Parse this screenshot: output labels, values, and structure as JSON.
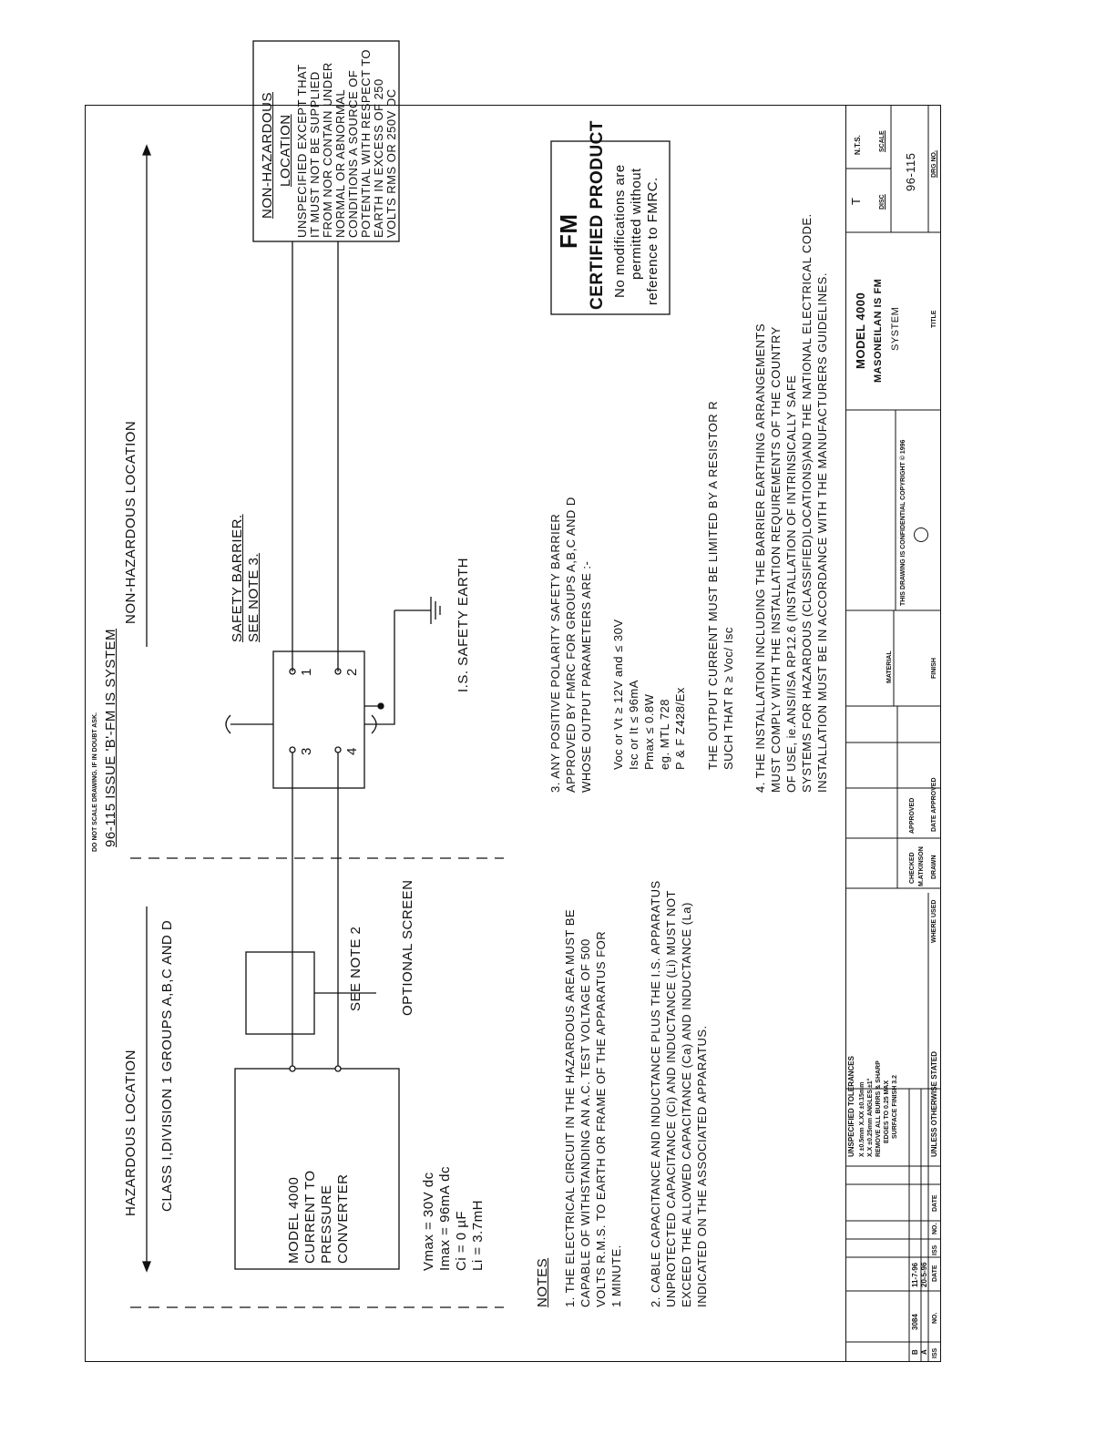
{
  "header": {
    "note_top": "DO NOT SCALE DRAWING. IF IN DOUBT ASK.",
    "title": "96-115 ISSUE 'B'-FM IS SYSTEM"
  },
  "zones": {
    "hazardous": "HAZARDOUS LOCATION",
    "non_hazardous": "NON-HAZARDOUS LOCATION",
    "class": "CLASS I,DIVISION 1 GROUPS A,B,C AND D"
  },
  "device": {
    "lines": [
      "MODEL 4000",
      "CURRENT TO",
      "PRESSURE",
      "CONVERTER"
    ],
    "params": [
      "Vmax = 30V dc",
      "Imax = 96mA dc",
      "Ci = 0 µF",
      "Li = 3.7mH"
    ]
  },
  "labels": {
    "see_note_2": "SEE NOTE 2",
    "optional_screen": "OPTIONAL SCREEN",
    "safety_barrier": "SAFETY BARRIER.",
    "see_note_3": "SEE NOTE 3.",
    "is_safety_earth": "I.S. SAFETY EARTH",
    "term_1": "1",
    "term_2": "2",
    "term_3": "3",
    "term_4": "4"
  },
  "nonhaz_box": {
    "title1": "NON-HAZARDOUS",
    "title2": "LOCATION",
    "lines": [
      "UNSPECIFIED EXCEPT THAT",
      "IT MUST NOT BE SUPPLIED",
      "FROM NOR CONTAIN UNDER",
      "NORMAL OR ABNORMAL",
      "CONDITIONS A SOURCE OF",
      "POTENTIAL WITH RESPECT TO",
      "EARTH IN EXCESS OF 250",
      "VOLTS RMS OR 250V DC"
    ]
  },
  "fm_box": {
    "logo": "FM",
    "title": "CERTIFIED PRODUCT",
    "lines": [
      "No modifications are",
      "permitted without",
      "reference to FMRC."
    ]
  },
  "notes": {
    "heading": "NOTES",
    "n1": [
      "1.  THE ELECTRICAL CIRCUIT IN THE HAZARDOUS AREA MUST BE",
      "     CAPABLE OF WITHSTANDING AN A.C. TEST VOLTAGE OF 500",
      "     VOLTS R.M.S. TO EARTH OR FRAME OF THE APPARATUS FOR",
      "     1 MINUTE."
    ],
    "n2": [
      "2.  CABLE CAPACITANCE AND INDUCTANCE PLUS THE I.S. APPARATUS",
      "     UNPROTECTED CAPACITANCE (Ci) AND INDUCTANCE (Li) MUST NOT",
      "     EXCEED THE ALLOWED CAPACITANCE (Ca) AND INDUCTANCE (La)",
      "     INDICATED ON THE ASSOCIATED APPARATUS."
    ],
    "n3": [
      "3.  ANY POSITIVE POLARITY SAFETY BARRIER",
      "     APPROVED BY FMRC FOR GROUPS A,B,C AND D",
      "        WHOSE OUTPUT PARAMETERS ARE :-"
    ],
    "n3_params": [
      "Voc or Vt ≥ 12V and ≤ 30V",
      "Isc or It ≤ 96mA",
      "Pmax ≤ 0.8W",
      "eg. MTL 728",
      "     P & F Z428/Ex"
    ],
    "n3_output": [
      "THE OUTPUT CURRENT MUST BE LIMITED BY A RESISTOR R",
      "SUCH THAT R ≥ Voc/ Isc"
    ],
    "n4": [
      "4.  THE INSTALLATION INCLUDING THE BARRIER EARTHING ARRANGEMENTS",
      "     MUST COMPLY WITH THE INSTALLATION REQUIREMENTS OF THE COUNTRY",
      "     OF USE, ie.ANSI/ISA RP12.6 (INSTALLATION OF INTRINSICALLY SAFE",
      "     SYSTEMS FOR HAZARDOUS (CLASSIFIED)LOCATIONS)AND THE NATIONAL ELECTRICAL CODE.",
      "     INSTALLATION MUST BE IN ACCORDANCE WITH THE MANUFACTURERS GUIDELINES."
    ]
  },
  "title_block": {
    "rev_rows": [
      {
        "iss": "B",
        "no": "3084",
        "date": "11-7-96"
      },
      {
        "iss": "A",
        "no": "",
        "date": "20-5-96"
      }
    ],
    "rev_headers": [
      "ISS",
      "NO.",
      "DATE",
      "ISS",
      "NO.",
      "DATE"
    ],
    "tolerances_title": "UNSPECIFIED TOLERANCES",
    "tolerances": [
      "X  ±0.5mm  X.XX  ±0.15mm",
      "X.X  ±0.25mm  ANGLES  ±1°",
      "REMOVE ALL BURRS & SHARP",
      "EDGES TO 0.25 MAX",
      "SURFACE FINISH 3.2"
    ],
    "unless": "UNLESS OTHERWISE STATED",
    "where_used": "WHERE USED",
    "checked": "CHECKED",
    "approved": "APPROVED",
    "drawn": "DRAWN",
    "drawn_by": "M.ATKINSON",
    "date_approved": "DATE APPROVED",
    "material": "MATERIAL",
    "finish": "FINISH",
    "confidential": "THIS DRAWING IS CONFIDENTIAL COPYRIGHT © 1996",
    "model": "MODEL 4000",
    "system1": "MASONEILAN IS FM",
    "system2": "SYSTEM",
    "title_label": "TITLE",
    "disc_value": "T",
    "disc_label": "DISC",
    "scale_value": "N.T.S.",
    "scale_label": "SCALE",
    "drg_no": "96-115",
    "drg_label": "DRG NO."
  }
}
